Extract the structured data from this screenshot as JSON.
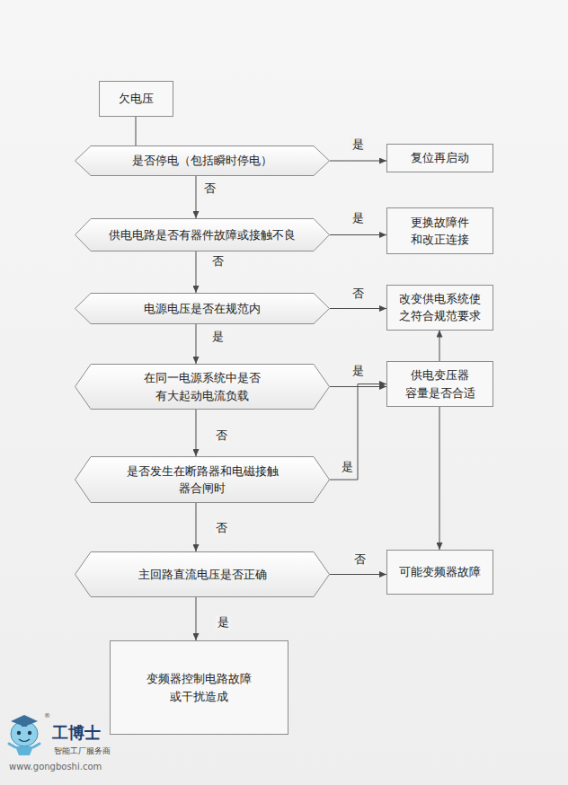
{
  "diagram": {
    "nodes": [
      {
        "text": [
          "欠电压"
        ]
      },
      {
        "text": [
          "是否停电（包括瞬时停电）"
        ]
      },
      {
        "text": [
          "复位再启动"
        ]
      },
      {
        "text": [
          "供电电路是否有器件故障或接触不良"
        ]
      },
      {
        "text": [
          "更换故障件 和改正连接"
        ]
      },
      {
        "text": [
          "电源电压是否在规范内"
        ]
      },
      {
        "text": [
          "改变供电系统使 之符合规范要求"
        ]
      },
      {
        "text": [
          "在同一电源系统中是否 有大起动电流负载"
        ]
      },
      {
        "text": [
          "供电变压器 容量是否合适"
        ]
      },
      {
        "text": [
          "是否发生在断路器和电磁接触 器合闸时"
        ]
      },
      {
        "text": [
          "主回路直流电压是否正确"
        ]
      },
      {
        "text": [
          "可能变频器故障"
        ]
      },
      {
        "text": [
          "变频器控制电路故障 或干扰造成"
        ]
      }
    ],
    "edges": [
      {
        "from": 0,
        "to": 1,
        "arrow": "none"
      },
      {
        "from": 1,
        "to": 2,
        "label": "是",
        "arrow": "to"
      },
      {
        "from": 1,
        "to": 3,
        "label": "否",
        "arrow": "to"
      },
      {
        "from": 3,
        "to": 4,
        "label": "是",
        "arrow": "to"
      },
      {
        "from": 3,
        "to": 5,
        "label": "否",
        "arrow": "to"
      },
      {
        "from": 5,
        "to": 6,
        "label": "否",
        "arrow": "to"
      },
      {
        "from": 5,
        "to": 7,
        "label": "是",
        "arrow": "to"
      },
      {
        "from": 7,
        "to": 8,
        "label": "是",
        "arrow": "to"
      },
      {
        "from": 7,
        "to": 9,
        "label": "否",
        "arrow": "to"
      },
      {
        "from": 9,
        "to": 8,
        "label": "是",
        "arrow": "to"
      },
      {
        "from": 9,
        "to": 10,
        "label": "否",
        "arrow": "to"
      },
      {
        "from": 10,
        "to": 11,
        "label": "否",
        "arrow": "to"
      },
      {
        "from": 10,
        "to": 12,
        "label": "是",
        "arrow": "to"
      },
      {
        "from": 8,
        "to": 6,
        "arrow": "to"
      },
      {
        "from": 8,
        "to": 11,
        "arrow": "to"
      }
    ],
    "labels": [
      "®",
      "工博士",
      "智能工厂服务商",
      "www.gongboshi.com"
    ]
  }
}
